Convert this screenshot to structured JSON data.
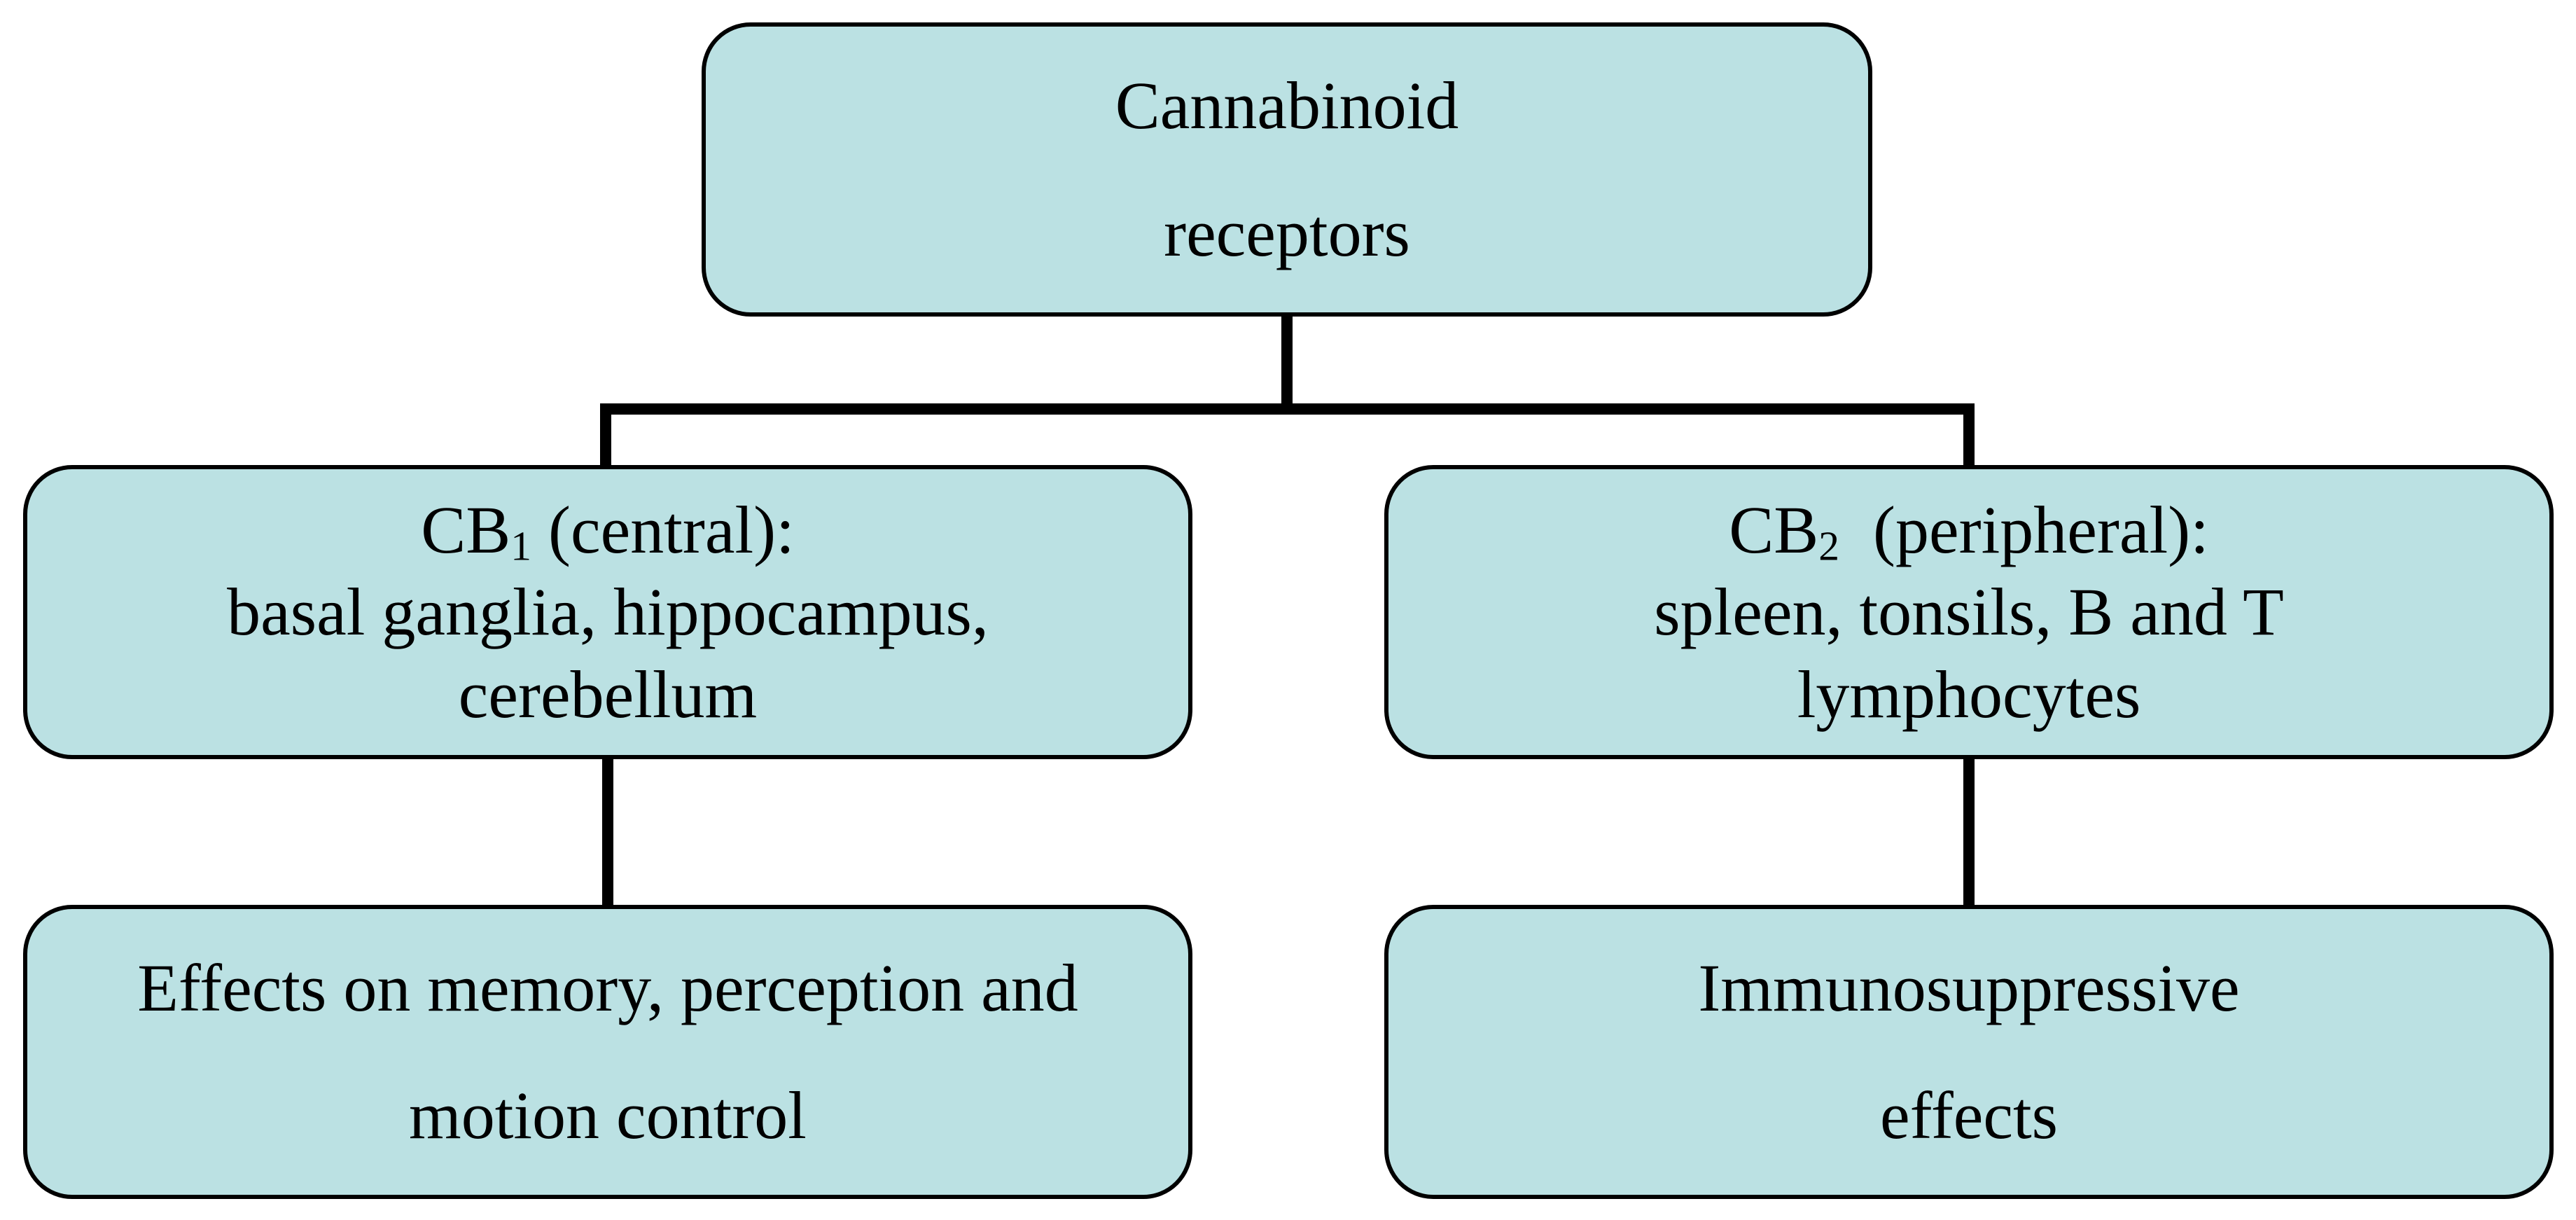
{
  "diagram": {
    "colors": {
      "box_fill": "#bbe1e3",
      "stroke": "#000000"
    },
    "root": {
      "line1": "Cannabinoid",
      "line2": "receptors"
    },
    "cb1": {
      "prefix": "CB",
      "subscript": "1",
      "suffix": " (central):",
      "line2": "basal ganglia, hippocampus,",
      "line3": "cerebellum"
    },
    "cb2": {
      "prefix": "CB",
      "subscript": "2",
      "suffix": "  (peripheral):",
      "line2": "spleen, tonsils, B and T",
      "line3": "lymphocytes"
    },
    "effect1": {
      "line1": "Effects on memory, perception and",
      "line2": "motion control"
    },
    "effect2": {
      "line1": "Immunosuppressive",
      "line2": "effects"
    }
  }
}
